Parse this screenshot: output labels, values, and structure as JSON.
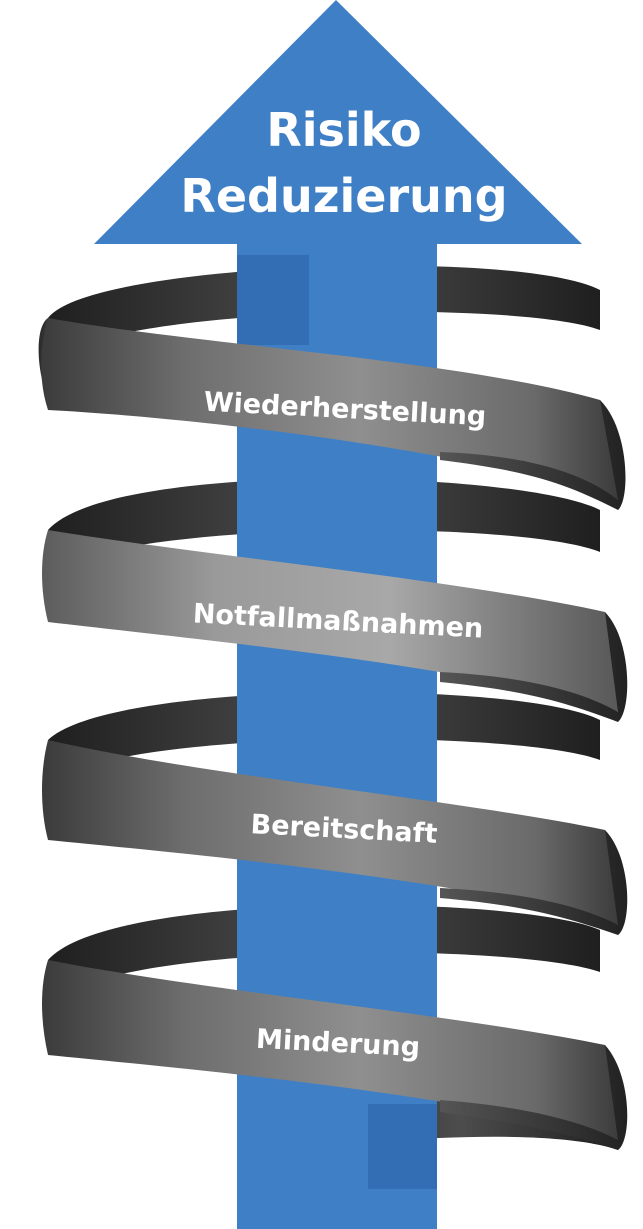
{
  "title": {
    "line1": "Risiko",
    "line2": "Reduzierung"
  },
  "bands": [
    {
      "label": "Wiederherstellung"
    },
    {
      "label": "Notfallmaßnahmen"
    },
    {
      "label": "Bereitschaft"
    },
    {
      "label": "Minderung"
    }
  ],
  "colors": {
    "arrow": "#3f7fc6",
    "arrow_dark": "#2f66ad",
    "band_dark": "#2a2a2a",
    "band_mid": "#5a5a5a",
    "band_light": "#8c8c8c",
    "label_text": "#ffffff"
  }
}
